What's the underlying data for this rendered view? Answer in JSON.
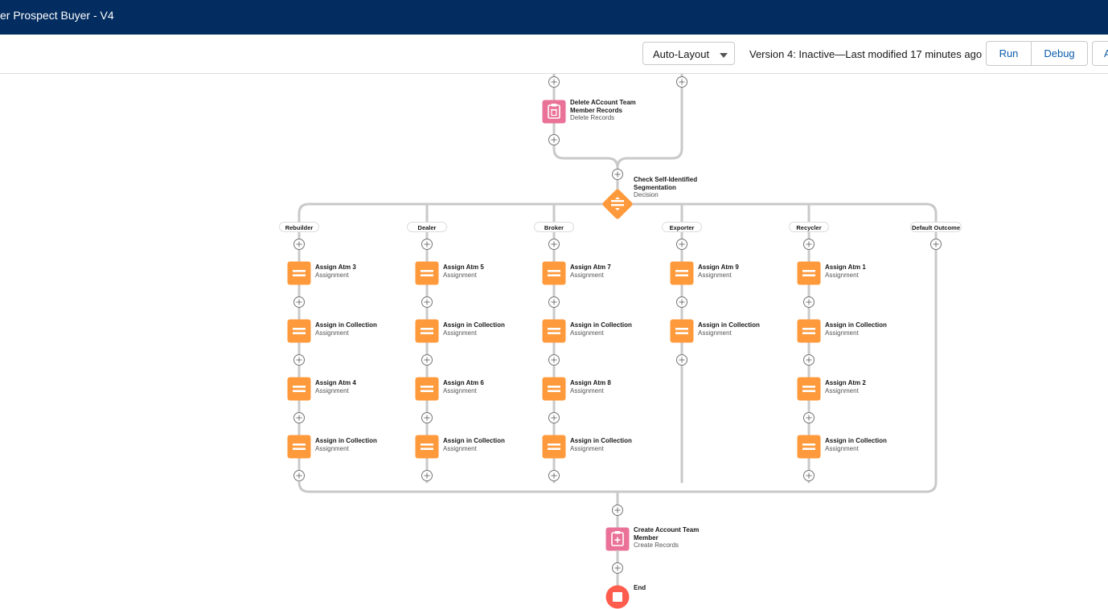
{
  "window": {
    "title": "er Prospect Buyer - V4"
  },
  "toolbar": {
    "layout_dropdown": "Auto-Layout",
    "version_status": "Version 4: Inactive—Last modified 17 minutes ago",
    "run_label": "Run",
    "debug_label": "Debug",
    "extra_label": "A"
  },
  "colors": {
    "header": "#032d60",
    "assignment": "#ff9a3c",
    "record_element": "#ea7298",
    "decision": "#ff9a3c",
    "end": "#ea001e",
    "connector": "#c9c9c9"
  },
  "flow": {
    "delete_node": {
      "title": "Delete ACcount Team Member Records",
      "type": "Delete Records",
      "icon": "delete-records-icon"
    },
    "decision_node": {
      "title": "Check Self-Identified Segmentation",
      "type": "Decision",
      "icon": "decision-icon"
    },
    "outcomes": [
      "Rebuilder",
      "Dealer",
      "Broker",
      "Exporter",
      "Recycler",
      "Default Outcome"
    ],
    "branches": [
      {
        "outcome": "Rebuilder",
        "nodes": [
          {
            "title": "Assign Atm 3",
            "type": "Assignment"
          },
          {
            "title": "Assign in Collection",
            "type": "Assignment"
          },
          {
            "title": "Assign Atm 4",
            "type": "Assignment"
          },
          {
            "title": "Assign in Collection",
            "type": "Assignment"
          }
        ]
      },
      {
        "outcome": "Dealer",
        "nodes": [
          {
            "title": "Assign Atm 5",
            "type": "Assignment"
          },
          {
            "title": "Assign in Collection",
            "type": "Assignment"
          },
          {
            "title": "Assign Atm 6",
            "type": "Assignment"
          },
          {
            "title": "Assign in Collection",
            "type": "Assignment"
          }
        ]
      },
      {
        "outcome": "Broker",
        "nodes": [
          {
            "title": "Assign Atm 7",
            "type": "Assignment"
          },
          {
            "title": "Assign in Collection",
            "type": "Assignment"
          },
          {
            "title": "Assign Atm 8",
            "type": "Assignment"
          },
          {
            "title": "Assign in Collection",
            "type": "Assignment"
          }
        ]
      },
      {
        "outcome": "Exporter",
        "nodes": [
          {
            "title": "Assign Atm 9",
            "type": "Assignment"
          },
          {
            "title": "Assign in Collection",
            "type": "Assignment"
          }
        ]
      },
      {
        "outcome": "Recycler",
        "nodes": [
          {
            "title": "Assign Atm 1",
            "type": "Assignment"
          },
          {
            "title": "Assign in Collection",
            "type": "Assignment"
          },
          {
            "title": "Assign Atm 2",
            "type": "Assignment"
          },
          {
            "title": "Assign in Collection",
            "type": "Assignment"
          }
        ]
      },
      {
        "outcome": "Default Outcome",
        "nodes": []
      }
    ],
    "create_node": {
      "title": "Create Account Team Member",
      "type": "Create Records",
      "icon": "create-records-icon"
    },
    "end_node": {
      "title": "End",
      "icon": "end-stop-icon"
    }
  }
}
